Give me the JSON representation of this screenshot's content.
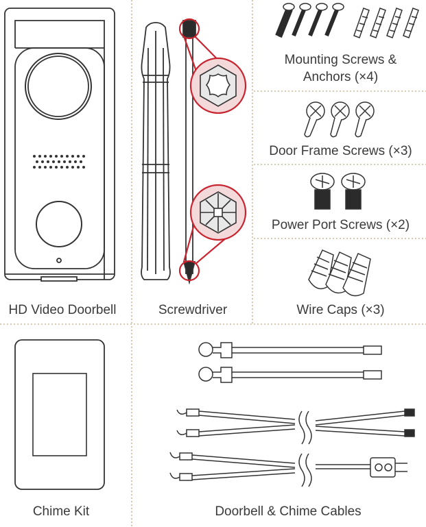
{
  "colors": {
    "line": "#333333",
    "accent_red": "#c8242f",
    "divider": "#c9b99a",
    "dark_fill": "#2b2b2b"
  },
  "items": {
    "doorbell": {
      "label": "HD Video Doorbell"
    },
    "screwdriver": {
      "label": "Screwdriver"
    },
    "mounting_screws": {
      "label_line1": "Mounting Screws &",
      "label_line2": "Anchors (×4)"
    },
    "door_frame_screws": {
      "label": "Door Frame Screws (×3)"
    },
    "power_port_screws": {
      "label": "Power Port Screws (×2)"
    },
    "wire_caps": {
      "label": "Wire Caps (×3)"
    },
    "chime_kit": {
      "label": "Chime Kit"
    },
    "cables": {
      "label": "Doorbell & Chime Cables"
    }
  },
  "icons": [
    "doorbell-icon",
    "screwdriver-icon",
    "screw-icon",
    "anchor-icon",
    "wire-cap-icon",
    "chime-icon",
    "cable-icon"
  ]
}
